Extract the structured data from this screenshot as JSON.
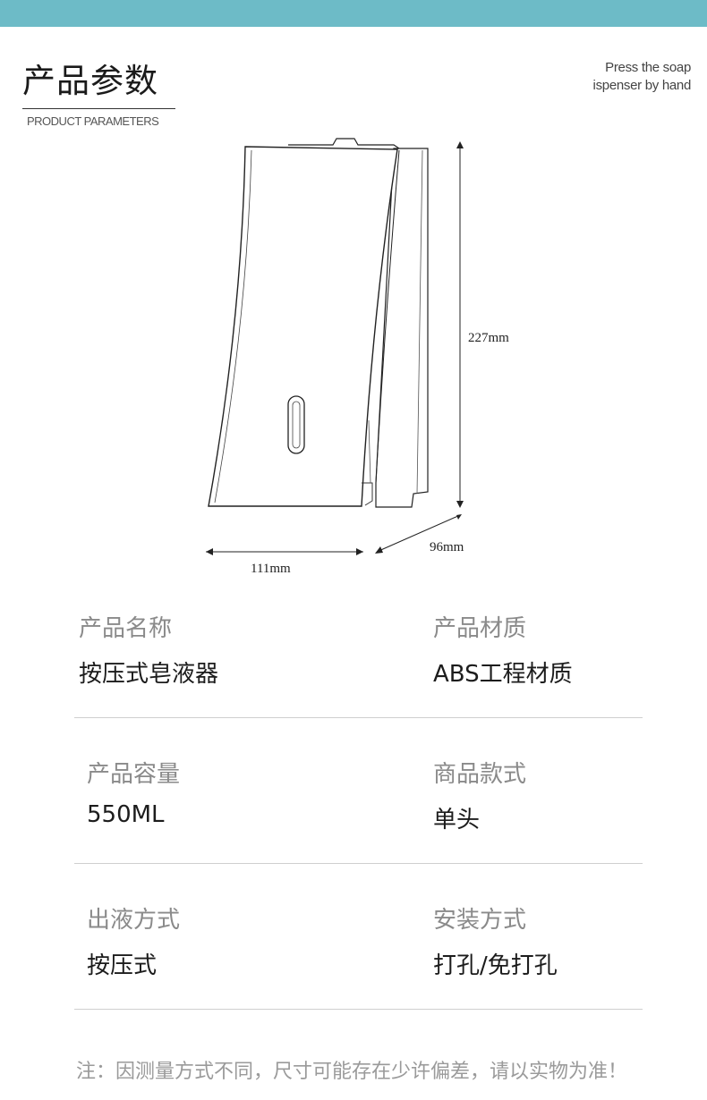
{
  "header": {
    "title": "产品参数",
    "subtitle": "PRODUCT PARAMETERS",
    "tagline_line1": "Press the soap",
    "tagline_line2": "ispenser by hand"
  },
  "dimensions": {
    "height": "227mm",
    "depth": "96mm",
    "width": "111mm"
  },
  "specs": [
    {
      "label": "产品名称",
      "value": "按压式皂液器"
    },
    {
      "label": "产品材质",
      "value": "ABS工程材质"
    },
    {
      "label": "产品容量",
      "value": "550ML"
    },
    {
      "label": "商品款式",
      "value": "单头"
    },
    {
      "label": "出液方式",
      "value": "按压式"
    },
    {
      "label": "安装方式",
      "value": "打孔/免打孔"
    }
  ],
  "note": "注：因测量方式不同，尺寸可能存在少许偏差，请以实物为准！",
  "colors": {
    "top_bar": "#6dbbc7",
    "label_text": "#8a8a8a",
    "value_text": "#1c1c1c"
  }
}
